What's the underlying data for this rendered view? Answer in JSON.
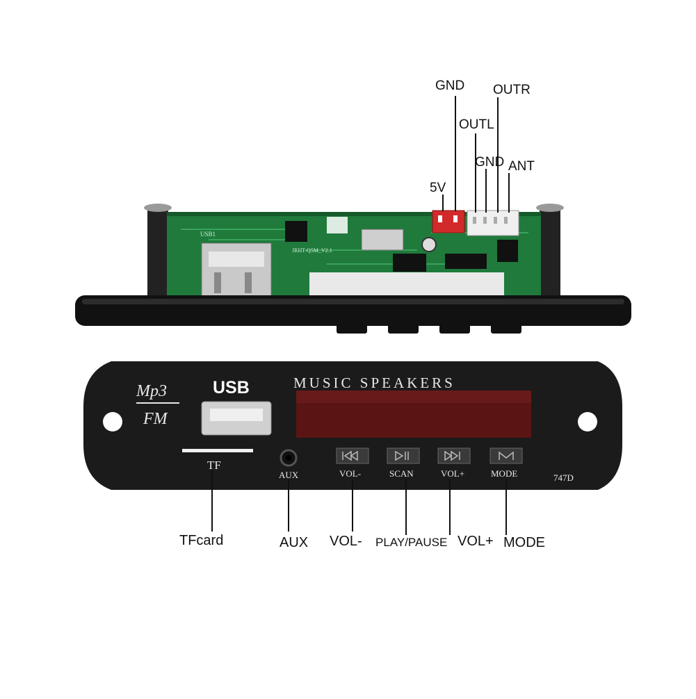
{
  "colors": {
    "pcb": "#1f7a3c",
    "pcb_dark": "#155a2b",
    "panel": "#1b1b1b",
    "display": "#5a1414",
    "connector_red": "#d22a2a",
    "connector_white": "#f0f0f0",
    "leader_line": "#111111"
  },
  "top_labels": {
    "gnd_red": "GND",
    "outr": "OUTR",
    "outl": "OUTL",
    "gnd_white": "GND",
    "ant": "ANT",
    "five_v": "5V"
  },
  "board": {
    "silkscreen_usb": "USB1",
    "silkscreen_model": "JRHT-Q5M_V2.1"
  },
  "panel": {
    "logo_top": "Mp3",
    "logo_bottom": "FM",
    "usb_label": "USB",
    "title": "MUSIC SPEAKERS",
    "tf_label": "TF",
    "aux_label": "AUX",
    "model": "747D",
    "buttons": [
      {
        "label": "VOL-",
        "icon": "previous-icon"
      },
      {
        "label": "SCAN",
        "icon": "play-pause-icon"
      },
      {
        "label": "VOL+",
        "icon": "next-icon"
      },
      {
        "label": "MODE",
        "icon": "mode-icon"
      }
    ]
  },
  "bottom_labels": {
    "tfcard": "TFcard",
    "aux": "AUX",
    "vol_minus": "VOL-",
    "play_pause": "PLAY/PAUSE",
    "vol_plus": "VOL+",
    "mode": "MODE"
  }
}
